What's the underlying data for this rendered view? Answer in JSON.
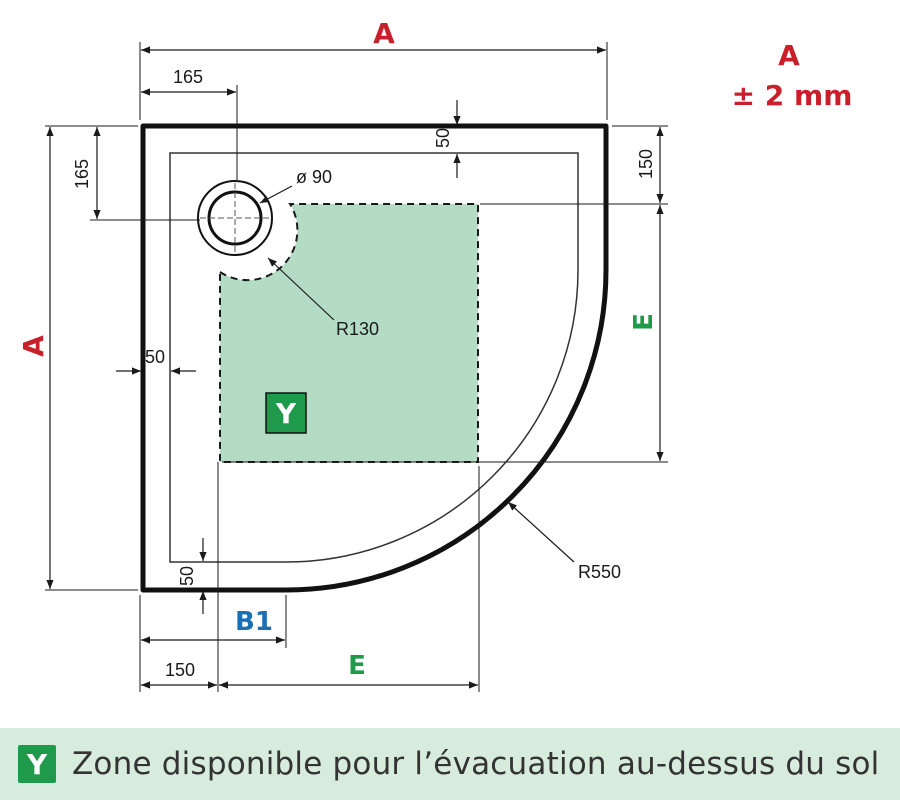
{
  "labels": {
    "a_top": "A",
    "a_left": "A",
    "tolerance_letter": "A",
    "tolerance_value": "± 2 mm",
    "e_right": "E",
    "e_bottom": "E",
    "b1": "B1",
    "y_zone": "Y"
  },
  "dimensions": {
    "top_165": "165",
    "left_165": "165",
    "top_50": "50",
    "right_150": "150",
    "left_50": "50",
    "bottom_50": "50",
    "bottom_150": "150",
    "diameter": "ø 90",
    "r130": "R130",
    "r550": "R550"
  },
  "legend": {
    "badge": "Y",
    "text": "Zone disponible pour l’évacuation au-dessus du sol"
  },
  "colors": {
    "red": "#c8202a",
    "green": "#1f9a4a",
    "blue": "#1b6fb5",
    "zone_fill": "#b4dcc4",
    "legend_bg": "#d8ecde"
  }
}
